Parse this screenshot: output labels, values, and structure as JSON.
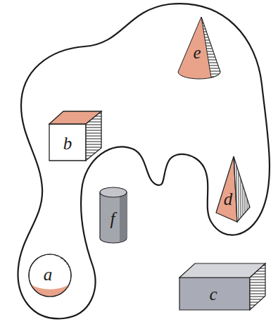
{
  "diagram": {
    "nodes": [
      {
        "text": [
          "e"
        ]
      },
      {
        "text": [
          "b"
        ]
      },
      {
        "text": [
          "d"
        ]
      },
      {
        "text": [
          "f"
        ]
      },
      {
        "text": [
          "a"
        ]
      },
      {
        "text": [
          "c"
        ]
      }
    ]
  }
}
